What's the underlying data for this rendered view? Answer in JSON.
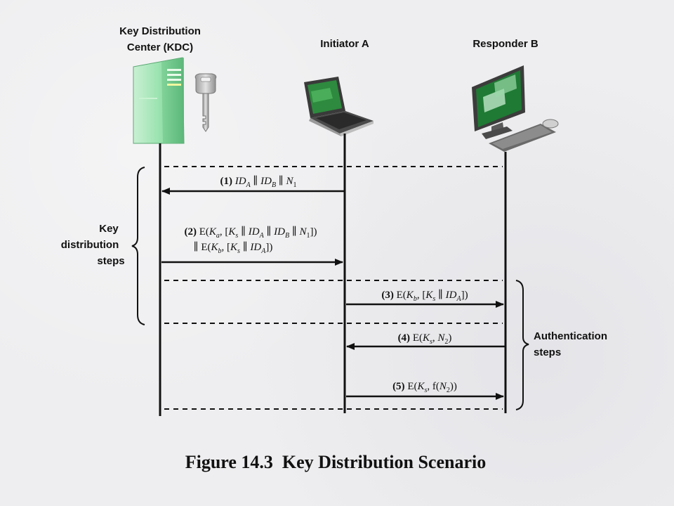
{
  "participants": {
    "kdc": {
      "line1": "Key Distribution",
      "line2": "Center (KDC)"
    },
    "initiator": {
      "label": "Initiator A"
    },
    "responder": {
      "label": "Responder B"
    }
  },
  "messages": [
    {
      "num": "(1)",
      "text": "ID_A ∥ ID_B ∥ N_1"
    },
    {
      "num": "(2)",
      "line1": "E(K_a, [K_s ∥ ID_A ∥ ID_B ∥ N_1])",
      "line2": "∥ E(K_b, [K_s ∥ ID_A])"
    },
    {
      "num": "(3)",
      "text": "E(K_b, [K_s ∥ ID_A])"
    },
    {
      "num": "(4)",
      "text": "E(K_s, N_2)"
    },
    {
      "num": "(5)",
      "text": "E(K_s, f(N_2))"
    }
  ],
  "groups": {
    "key_distribution": {
      "line1": "Key",
      "line2": "distribution",
      "line3": "steps"
    },
    "authentication": {
      "line1": "Authentication",
      "line2": "steps"
    }
  },
  "caption": "Figure 14.3  Key Distribution Scenario",
  "colors": {
    "server_green": "#8fd9a6",
    "laptop_screen": "#2d8a3e",
    "monitor_screen": "#1f7a34",
    "key_gray": "#b8b8b8"
  },
  "icons": [
    "server-icon",
    "key-icon",
    "laptop-icon",
    "desktop-computer-icon"
  ]
}
